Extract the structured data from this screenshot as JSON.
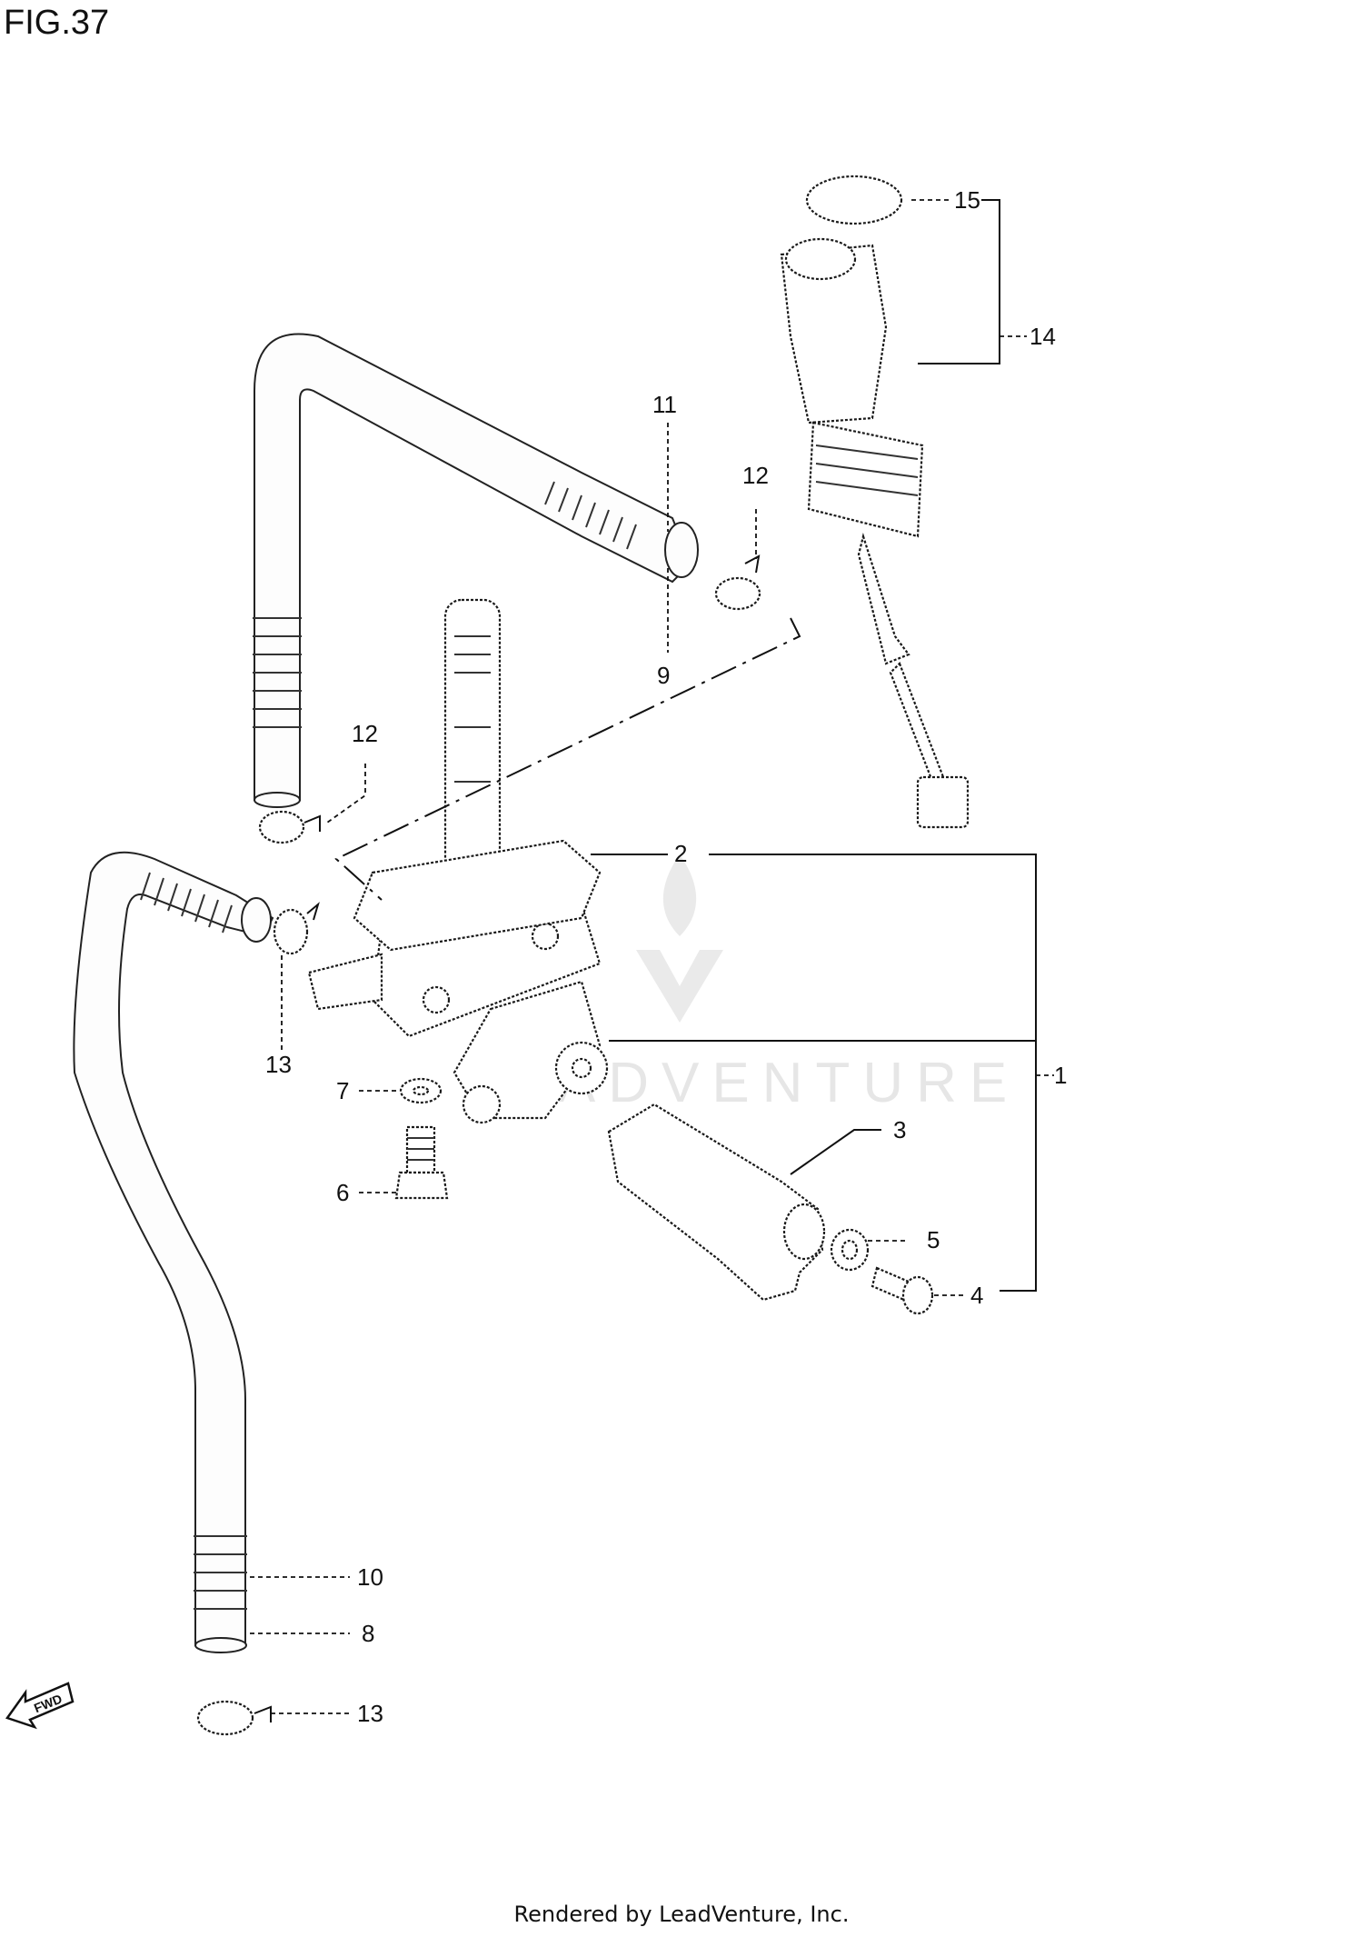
{
  "figure": {
    "title": "FIG.37"
  },
  "watermark": {
    "text": "LEADVENTURE"
  },
  "fwd_arrow": {
    "label": "FWD"
  },
  "callouts": [
    {
      "id": "c15",
      "label": "15"
    },
    {
      "id": "c14",
      "label": "14"
    },
    {
      "id": "c11",
      "label": "11"
    },
    {
      "id": "c12a",
      "label": "12"
    },
    {
      "id": "c9",
      "label": "9"
    },
    {
      "id": "c12b",
      "label": "12"
    },
    {
      "id": "c2",
      "label": "2"
    },
    {
      "id": "c1",
      "label": "1"
    },
    {
      "id": "c13a",
      "label": "13"
    },
    {
      "id": "c7",
      "label": "7"
    },
    {
      "id": "c3",
      "label": "3"
    },
    {
      "id": "c6",
      "label": "6"
    },
    {
      "id": "c5",
      "label": "5"
    },
    {
      "id": "c4",
      "label": "4"
    },
    {
      "id": "c10",
      "label": "10"
    },
    {
      "id": "c8",
      "label": "8"
    },
    {
      "id": "c13b",
      "label": "13"
    }
  ],
  "footer": {
    "text": "Rendered by LeadVenture, Inc."
  }
}
